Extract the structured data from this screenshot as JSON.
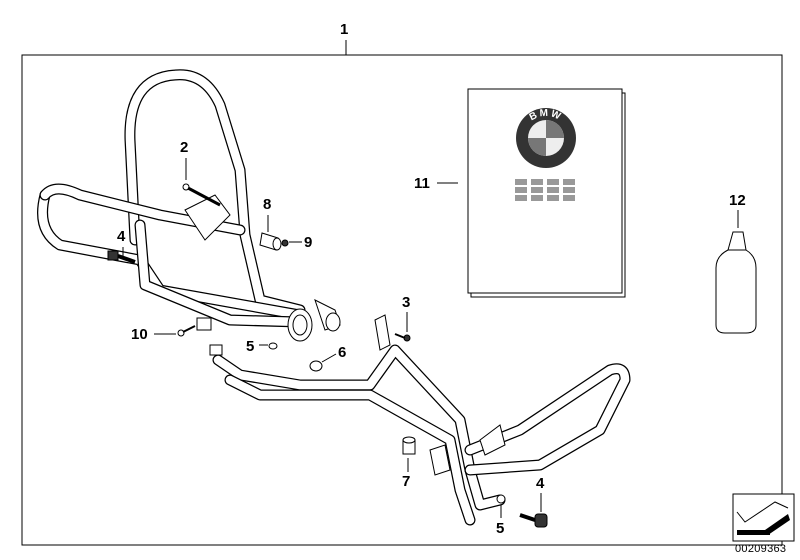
{
  "diagram": {
    "callouts": {
      "kit": "1",
      "bolt_left": "2",
      "bolt_right": "3",
      "bolt_upper": "4",
      "bolt_lower": "4",
      "washer_left": "5",
      "washer_lower": "5",
      "washer_large": "6",
      "spacer": "7",
      "sleeve": "8",
      "nut": "9",
      "screw": "10",
      "manual": "11",
      "bottle": "12"
    },
    "manual_logo_text": "BMW",
    "catalog_number": "00209363",
    "colors": {
      "line": "#000000",
      "background": "#ffffff"
    }
  }
}
